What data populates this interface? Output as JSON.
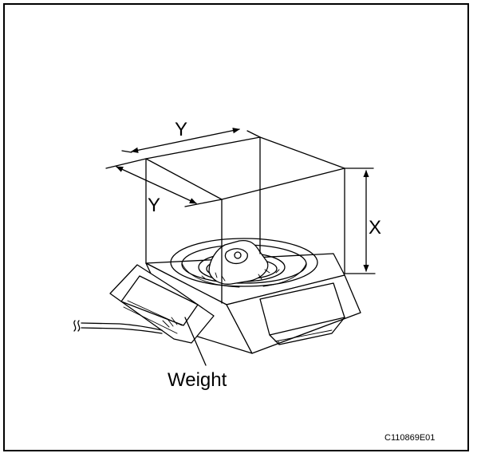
{
  "diagram": {
    "dimension_labels": {
      "width_top": "Y",
      "depth_left": "Y",
      "height_right": "X"
    },
    "callout": "Weight",
    "figure_code": "C110869E01"
  },
  "icons": [
    "scale-icon",
    "wire-break-icon",
    "airbag-pad-icon"
  ]
}
